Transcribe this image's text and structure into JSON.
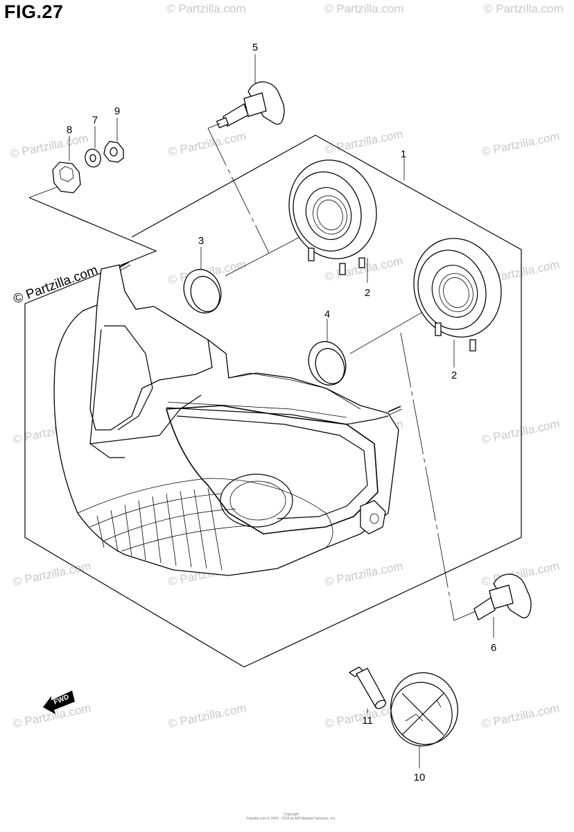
{
  "figure": {
    "title": "FIG.27"
  },
  "watermark": {
    "text": "© Partzilla.com",
    "color": "#c8c8c8"
  },
  "callouts": {
    "c1": "1",
    "c2a": "2",
    "c2b": "2",
    "c3": "3",
    "c4": "4",
    "c5": "5",
    "c6": "6",
    "c7": "7",
    "c8": "8",
    "c9": "9",
    "c10": "10",
    "c11": "11"
  },
  "fwd_arrow": {
    "label": "FWD"
  },
  "copyright": {
    "line1": "Copyright",
    "line2": "Partzilla.com © 2004 - 2019 by ARI Network Services, Inc."
  }
}
